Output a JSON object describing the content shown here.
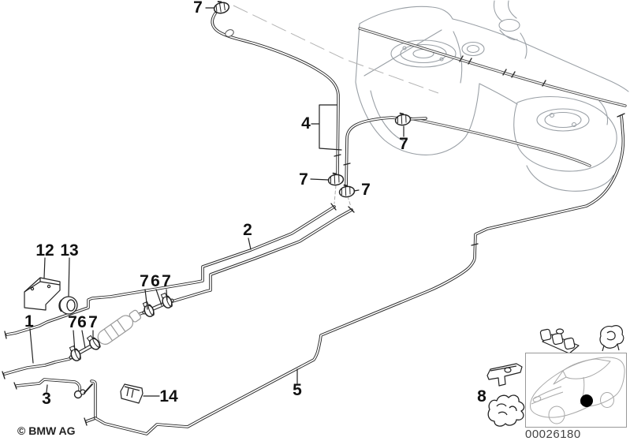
{
  "diagram": {
    "colors": {
      "line": "#222222",
      "tank_gray": "#9aa0a6",
      "background": "#ffffff",
      "location_dot": "#000000",
      "inset_border": "#999999"
    }
  },
  "labels": {
    "p7_top": "7",
    "p4": "4",
    "p7_tank": "7",
    "p7_left": "7",
    "p7_right": "7",
    "p2": "2",
    "p12": "12",
    "p13": "13",
    "p7_a1": "7",
    "p6_a": "6",
    "p7_a2": "7",
    "p1": "1",
    "p7_b1": "7",
    "p6_b": "6",
    "p7_b2": "7",
    "p3": "3",
    "p14": "14",
    "p5": "5",
    "p8": "8"
  },
  "footer": {
    "copyright": "© BMW AG"
  },
  "plate": {
    "image_id": "00026180"
  }
}
